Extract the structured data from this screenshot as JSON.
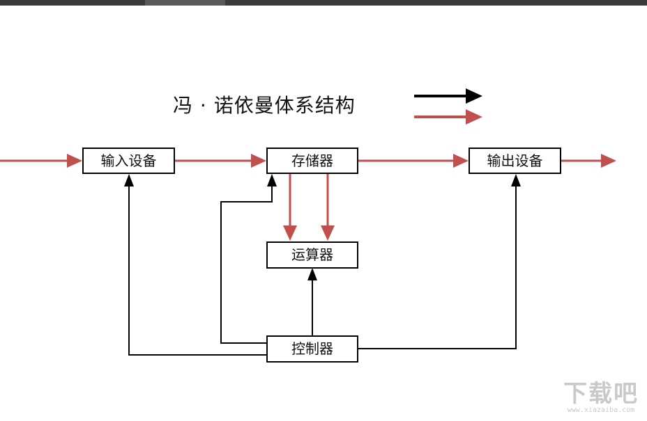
{
  "title": "冯 · 诺依曼体系结构",
  "nodes": {
    "input": "输入设备",
    "memory": "存储器",
    "output": "输出设备",
    "alu": "运算器",
    "control": "控制器"
  },
  "colors": {
    "data_flow": "#c0504d",
    "control_flow": "#000000",
    "box_border": "#000000",
    "text": "#111111",
    "top_bar": "#3b3b3b"
  },
  "legend": [
    {
      "kind": "control-flow",
      "color": "#000000"
    },
    {
      "kind": "data-flow",
      "color": "#c0504d"
    }
  ],
  "watermark": {
    "main": "下载吧",
    "sub": "www.xiazaiba.com"
  }
}
